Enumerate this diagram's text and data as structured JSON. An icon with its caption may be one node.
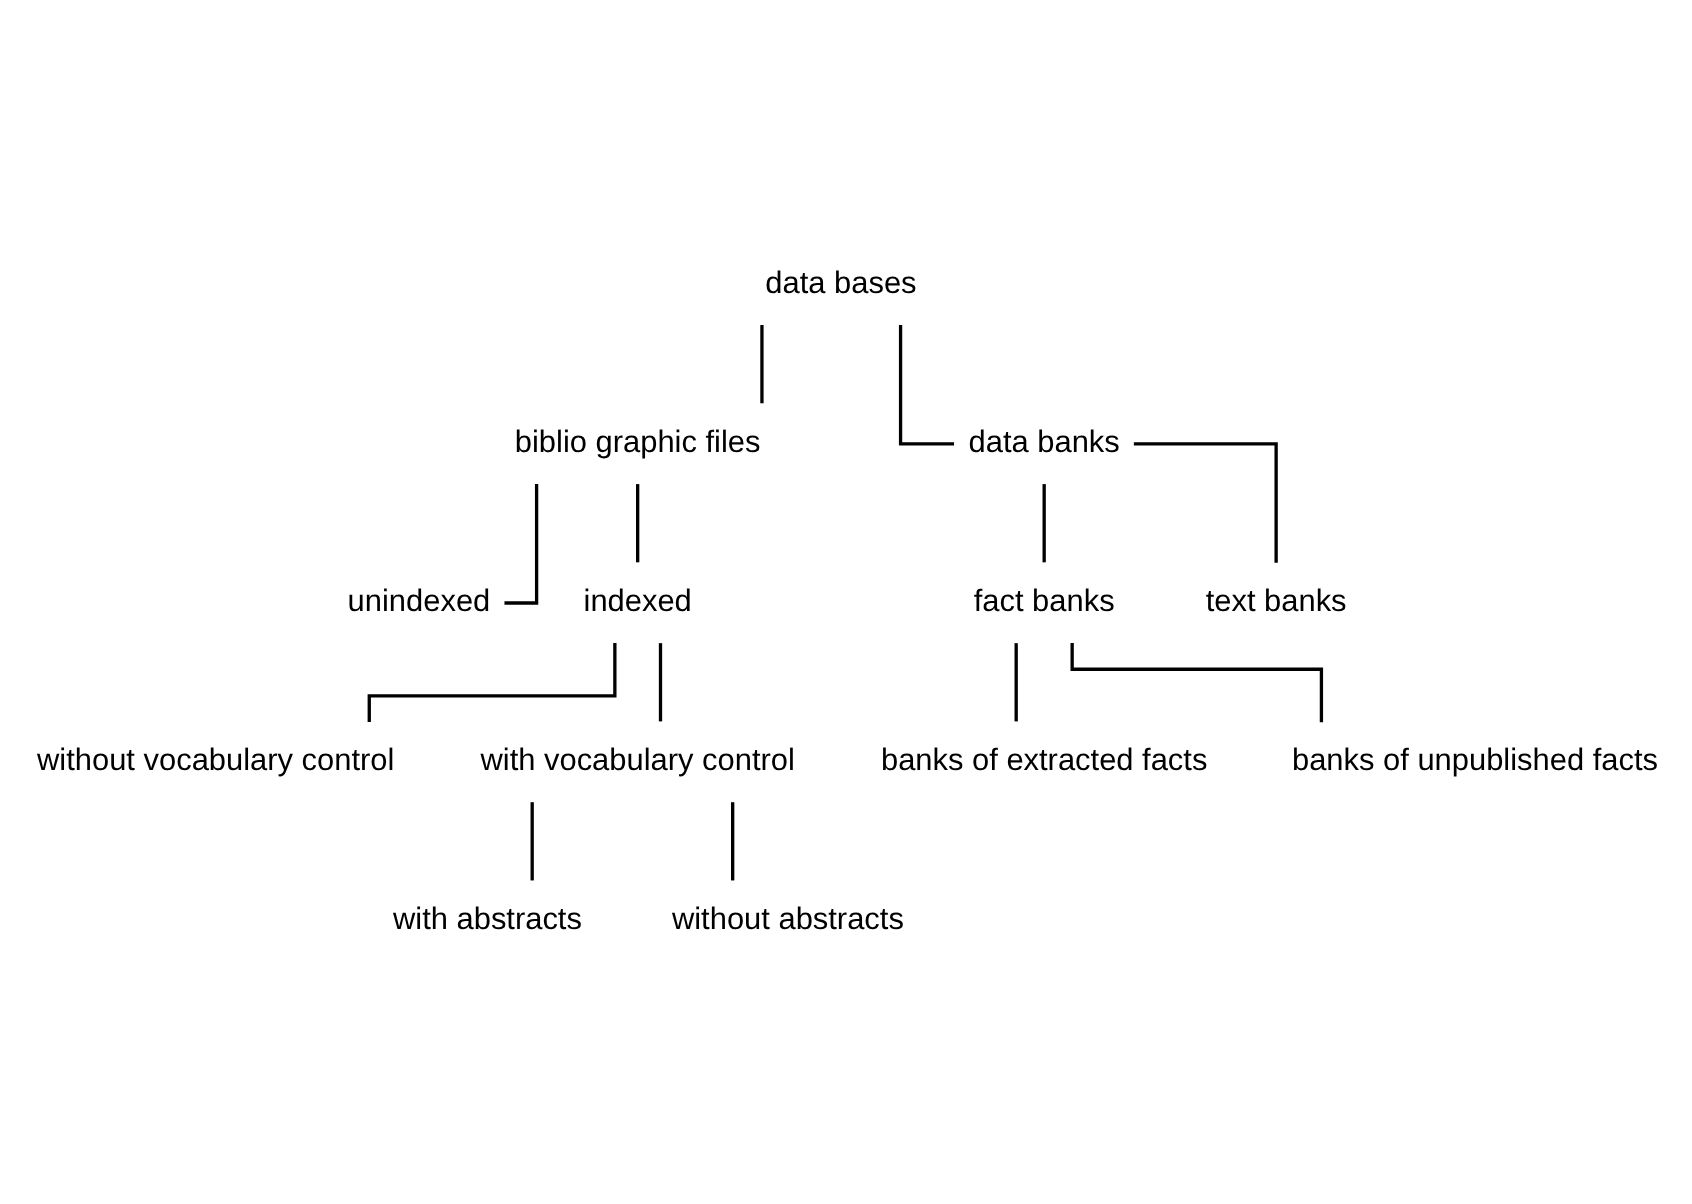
{
  "diagram": {
    "nodes": [
      {
        "text": [
          "data bases"
        ]
      },
      {
        "text": [
          "biblio graphic files"
        ]
      },
      {
        "text": [
          "data banks"
        ]
      },
      {
        "text": [
          "unindexed"
        ]
      },
      {
        "text": [
          "indexed"
        ]
      },
      {
        "text": [
          "fact banks"
        ]
      },
      {
        "text": [
          "text banks"
        ]
      },
      {
        "text": [
          "without vocabulary control"
        ]
      },
      {
        "text": [
          "with vocabulary control"
        ]
      },
      {
        "text": [
          "banks of extracted facts"
        ]
      },
      {
        "text": [
          "banks of unpublished facts"
        ]
      },
      {
        "text": [
          "with abstracts"
        ]
      },
      {
        "text": [
          "without abstracts"
        ]
      }
    ],
    "edges": [
      {
        "from": 0,
        "to": 1,
        "arrow": "none"
      },
      {
        "from": 0,
        "to": 2,
        "arrow": "none"
      },
      {
        "from": 1,
        "to": 3,
        "arrow": "none"
      },
      {
        "from": 1,
        "to": 4,
        "arrow": "none"
      },
      {
        "from": 2,
        "to": 5,
        "arrow": "none"
      },
      {
        "from": 2,
        "to": 6,
        "arrow": "none"
      },
      {
        "from": 4,
        "to": 7,
        "arrow": "none"
      },
      {
        "from": 4,
        "to": 8,
        "arrow": "none"
      },
      {
        "from": 5,
        "to": 9,
        "arrow": "none"
      },
      {
        "from": 5,
        "to": 10,
        "arrow": "none"
      },
      {
        "from": 8,
        "to": 11,
        "arrow": "none"
      },
      {
        "from": 8,
        "to": 12,
        "arrow": "none"
      }
    ]
  }
}
